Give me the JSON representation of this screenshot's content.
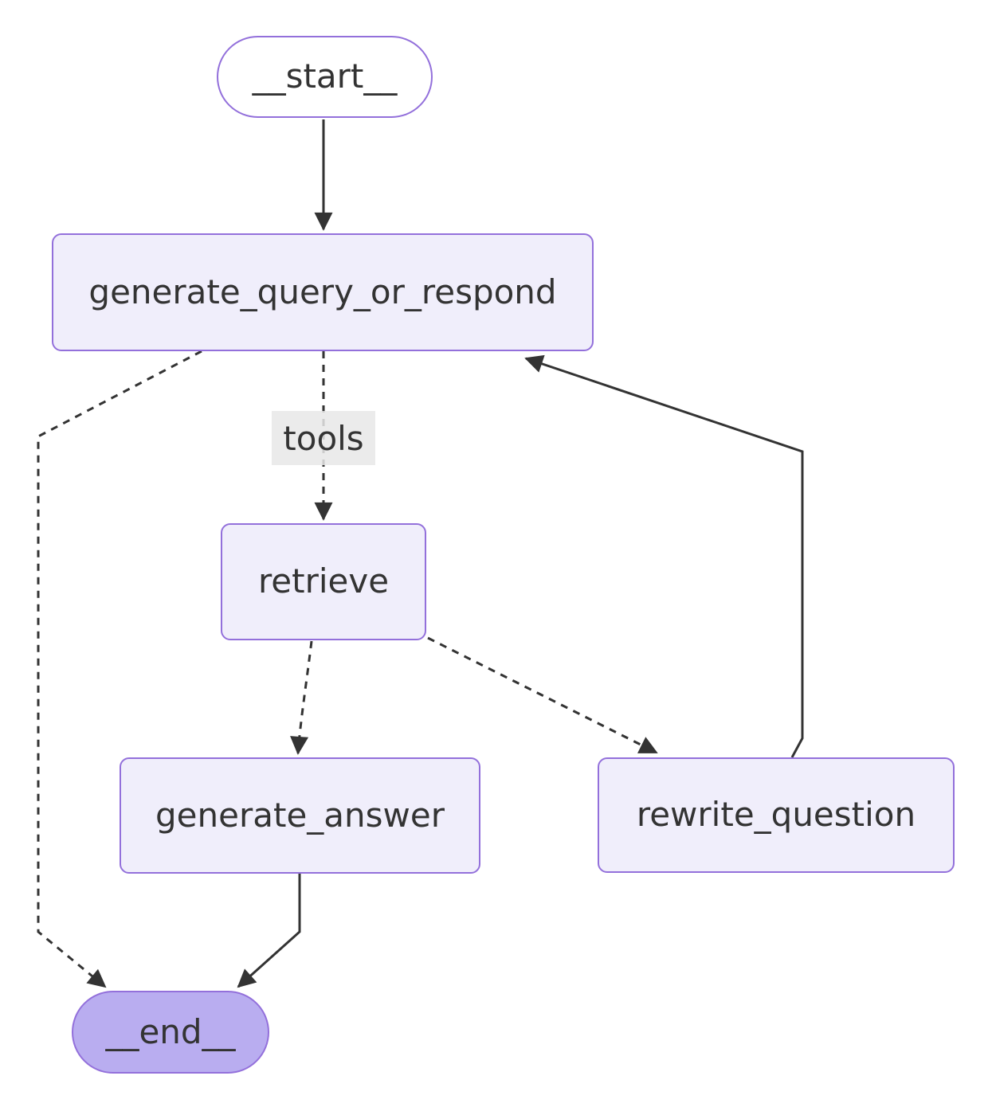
{
  "diagram": {
    "type": "flowchart",
    "direction": "top-down",
    "nodes": {
      "start": {
        "label": "__start__",
        "shape": "stadium",
        "kind": "entry"
      },
      "generate_query_or_respond": {
        "label": "generate_query_or_respond",
        "shape": "rect",
        "kind": "step"
      },
      "retrieve": {
        "label": "retrieve",
        "shape": "rect",
        "kind": "step"
      },
      "generate_answer": {
        "label": "generate_answer",
        "shape": "rect",
        "kind": "step"
      },
      "rewrite_question": {
        "label": "rewrite_question",
        "shape": "rect",
        "kind": "step"
      },
      "end": {
        "label": "__end__",
        "shape": "stadium",
        "kind": "terminal"
      }
    },
    "edges": [
      {
        "from": "__start__",
        "to": "generate_query_or_respond",
        "style": "solid",
        "label": ""
      },
      {
        "from": "generate_query_or_respond",
        "to": "retrieve",
        "style": "dotted",
        "label": "tools"
      },
      {
        "from": "generate_query_or_respond",
        "to": "__end__",
        "style": "dotted",
        "label": ""
      },
      {
        "from": "retrieve",
        "to": "generate_answer",
        "style": "dotted",
        "label": ""
      },
      {
        "from": "retrieve",
        "to": "rewrite_question",
        "style": "dotted",
        "label": ""
      },
      {
        "from": "rewrite_question",
        "to": "generate_query_or_respond",
        "style": "solid",
        "label": ""
      },
      {
        "from": "generate_answer",
        "to": "__end__",
        "style": "solid",
        "label": ""
      }
    ],
    "colors": {
      "node_fill": "#f0eefb",
      "node_border": "#9370db",
      "start_fill": "#ffffff",
      "end_fill": "#b9adf0",
      "edge_stroke": "#333333",
      "edge_label_bg": "#e8e8e8",
      "text": "#333333",
      "background": "#ffffff"
    }
  }
}
